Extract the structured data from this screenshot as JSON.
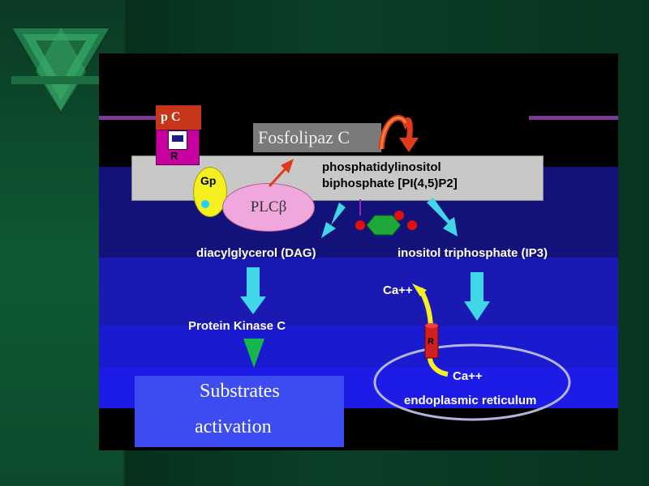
{
  "labels": {
    "pc": "p C",
    "receptor": "R",
    "fosfolipaz": "Fosfolipaz C",
    "gp": "Gp",
    "plc": "PLCβ",
    "pip2_line1": "phosphatidylinositol",
    "pip2_line2": "biphosphate [PI(4,5)P2]",
    "dag": "diacylglycerol (DAG)",
    "ip3": "inositol triphosphate (IP3)",
    "pkc": "Protein Kinase C",
    "ca_top": "Ca++",
    "ca_bottom": "Ca++",
    "channel_r": "R",
    "er": "endoplasmic reticulum",
    "substrates_line1": "Substrates",
    "substrates_line2": "activation"
  },
  "colors": {
    "arrow_cyan": "#3fd6e8",
    "arrow_green": "#12b84a",
    "arrow_red": "#e03a1a",
    "ca_yellow": "#f7ef22"
  },
  "icons": {
    "logo": "green-triangle-logo",
    "recycle": "curved-red-arrow",
    "ip3_molecule": "hexagon-molecule-icon"
  }
}
